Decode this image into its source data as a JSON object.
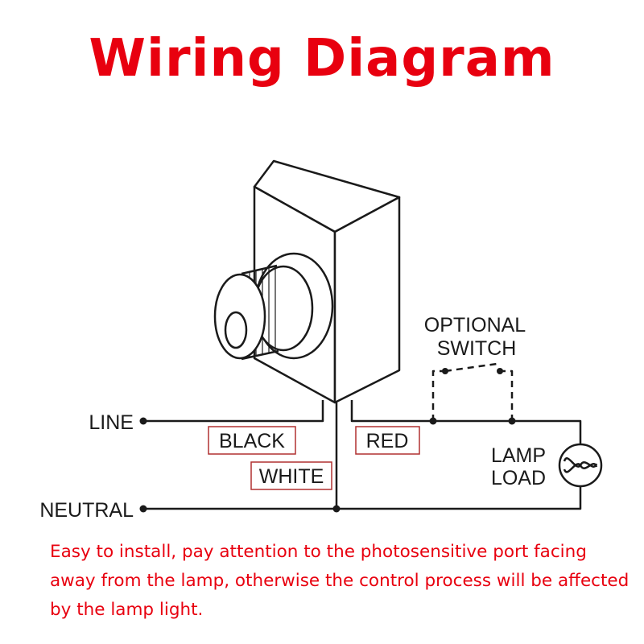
{
  "title": "Wiring Diagram",
  "labels": {
    "line": "LINE",
    "neutral": "NEUTRAL",
    "black": "BLACK",
    "white": "WHITE",
    "red": "RED",
    "optional": "OPTIONAL",
    "switch": "SWITCH",
    "lamp": "LAMP",
    "load": "LOAD"
  },
  "note": "Easy to install, pay attention to the photosensitive port facing away from the lamp, otherwise the control process will be affected by the lamp light.",
  "colors": {
    "title": "#e8000f",
    "note": "#e8000f",
    "label_box_border": "#b03030",
    "wire": "#1a1a1a"
  }
}
